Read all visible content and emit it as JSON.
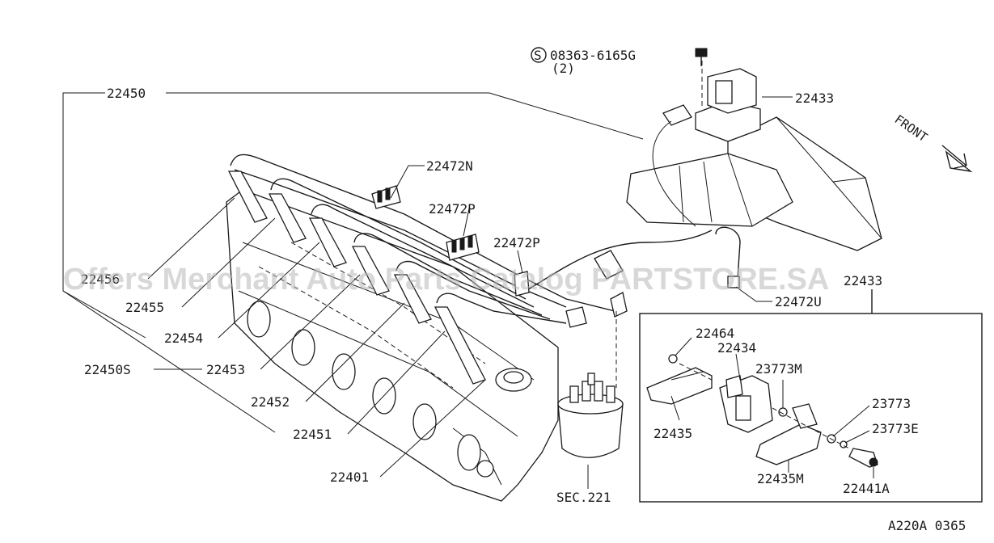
{
  "labels": {
    "bolt_code": "08363-6165G",
    "bolt_qty": "(2)",
    "bolt_prefix": "S",
    "p22450": "22450",
    "p22433_top": "22433",
    "p22472N": "22472N",
    "p22472P_a": "22472P",
    "p22472P_b": "22472P",
    "p22456": "22456",
    "p22455": "22455",
    "p22454": "22454",
    "p22453": "22453",
    "p22450S": "22450S",
    "p22452": "22452",
    "p22451": "22451",
    "p22401": "22401",
    "sec221": "SEC.221",
    "p22472U": "22472U",
    "p22433_box": "22433",
    "p22464": "22464",
    "p22434": "22434",
    "p23773M": "23773M",
    "p22435": "22435",
    "p23773": "23773",
    "p23773E": "23773E",
    "p22435M": "22435M",
    "p22441A": "22441A",
    "front": "FRONT",
    "figure_code": "A220A 0365"
  },
  "watermark": "Offers Merchant Auto Parts Catalog PARTSTORE.SA"
}
